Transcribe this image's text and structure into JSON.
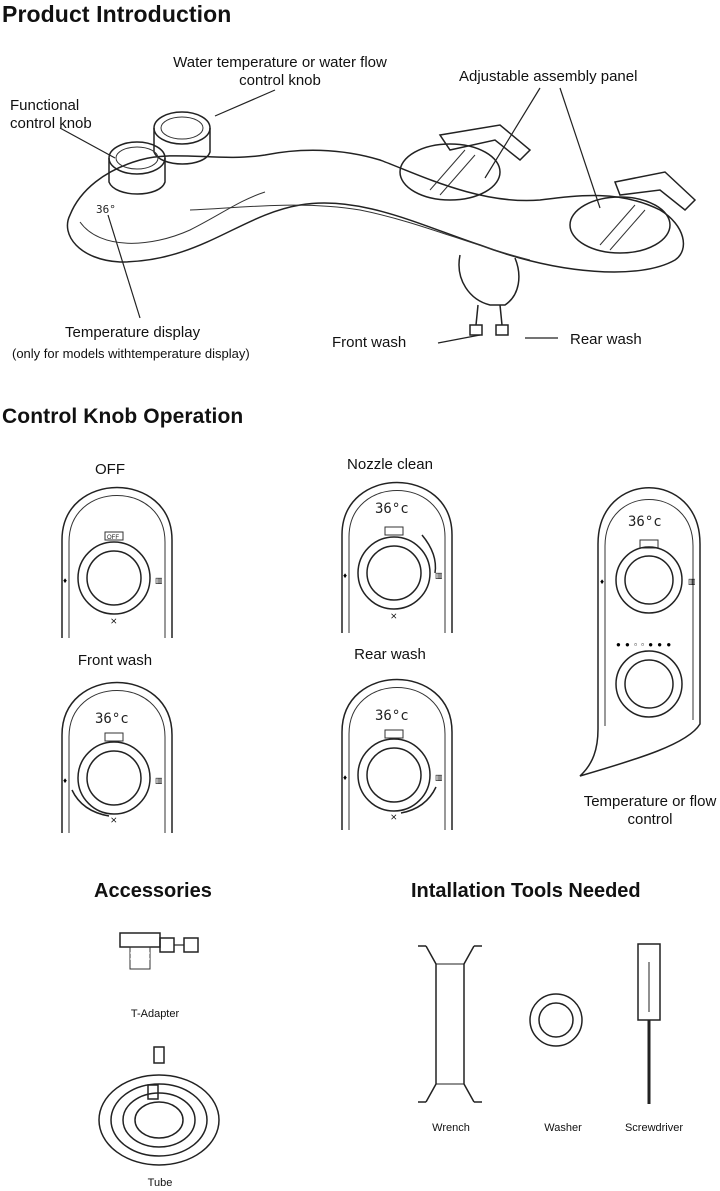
{
  "sections": {
    "product_intro": {
      "title": "Product Introduction",
      "labels": {
        "water_knob": "Water temperature or water flow control knob",
        "functional_knob": "Functional control knob",
        "assembly_panel": "Adjustable assembly panel",
        "temp_display": "Temperature display",
        "temp_display_note": "(only for models withtemperature display)",
        "front_wash": "Front wash",
        "rear_wash": "Rear wash"
      },
      "display_text": "36°"
    },
    "knob_operation": {
      "title": "Control Knob Operation",
      "panels": [
        {
          "label": "OFF",
          "display": ""
        },
        {
          "label": "Nozzle clean",
          "display": "36°c"
        },
        {
          "label": "Front wash",
          "display": "36°c"
        },
        {
          "label": "Rear wash",
          "display": "36°c"
        }
      ],
      "big_panel": {
        "display": "36°c",
        "caption": "Temperature or flow control"
      },
      "off_tag": "OFF"
    },
    "accessories": {
      "title": "Accessories",
      "items": [
        {
          "label": "T-Adapter",
          "icon": "t-adapter-icon"
        },
        {
          "label": "Tube",
          "icon": "tube-icon"
        }
      ]
    },
    "tools": {
      "title": "Intallation Tools Needed",
      "items": [
        {
          "label": "Wrench",
          "icon": "wrench-icon"
        },
        {
          "label": "Washer",
          "icon": "washer-icon"
        },
        {
          "label": "Screwdriver",
          "icon": "screwdriver-icon"
        }
      ]
    }
  }
}
